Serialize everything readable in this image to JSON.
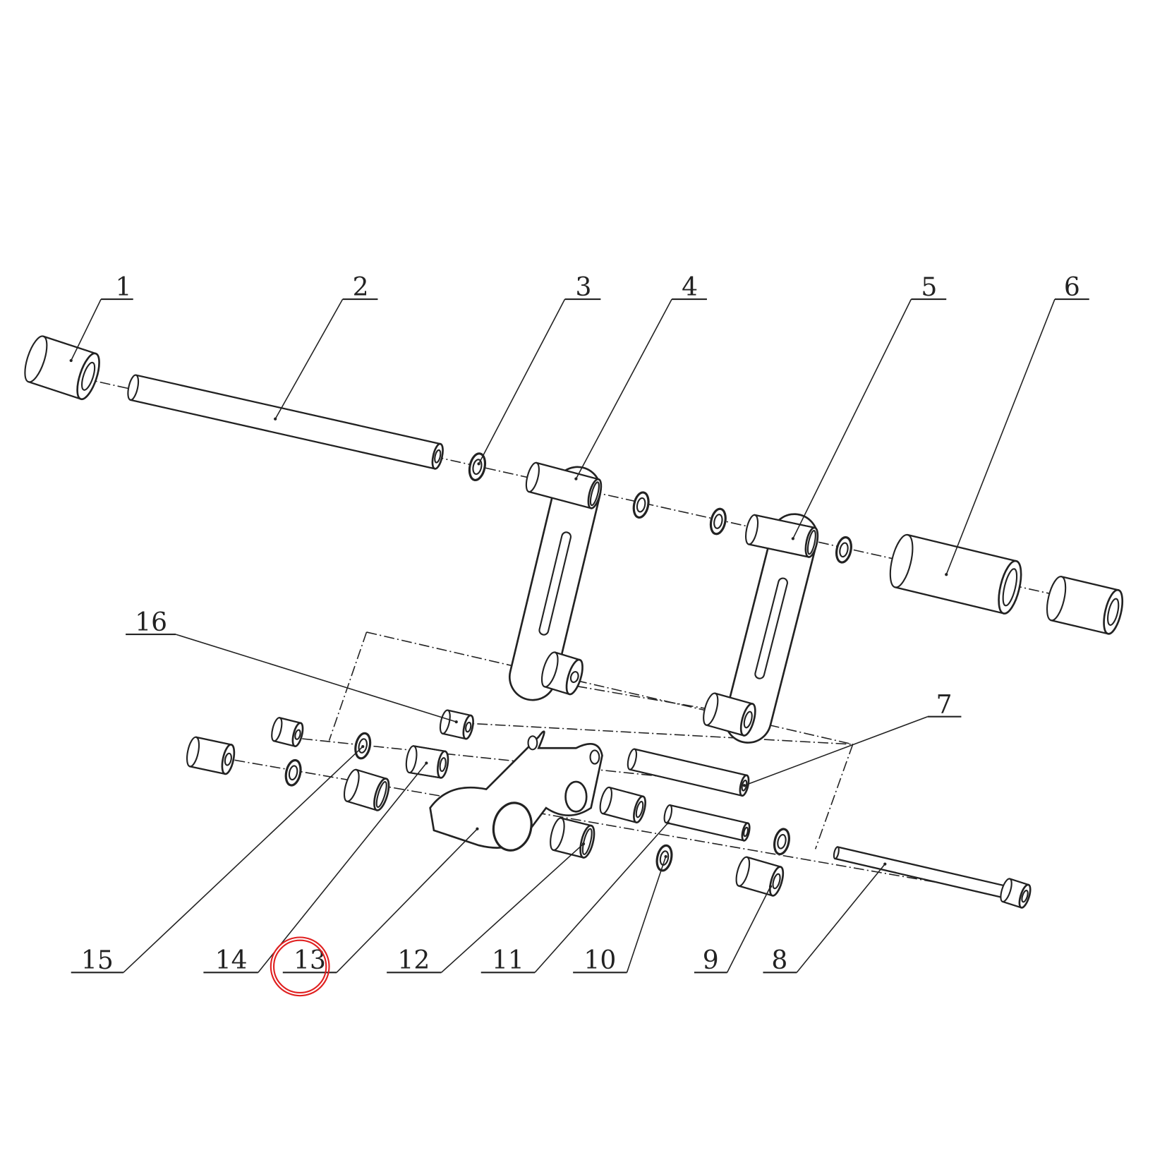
{
  "diagram": {
    "type": "exploded-parts-view",
    "highlighted_label": "13",
    "highlight_color": "#e02020",
    "line_color": "#222222",
    "callouts": [
      {
        "id": "1",
        "label": "1"
      },
      {
        "id": "2",
        "label": "2"
      },
      {
        "id": "3",
        "label": "3"
      },
      {
        "id": "4",
        "label": "4"
      },
      {
        "id": "5",
        "label": "5"
      },
      {
        "id": "6",
        "label": "6"
      },
      {
        "id": "7",
        "label": "7"
      },
      {
        "id": "8",
        "label": "8"
      },
      {
        "id": "9",
        "label": "9"
      },
      {
        "id": "10",
        "label": "10"
      },
      {
        "id": "11",
        "label": "11"
      },
      {
        "id": "12",
        "label": "12"
      },
      {
        "id": "13",
        "label": "13"
      },
      {
        "id": "14",
        "label": "14"
      },
      {
        "id": "15",
        "label": "15"
      },
      {
        "id": "16",
        "label": "16"
      }
    ]
  }
}
